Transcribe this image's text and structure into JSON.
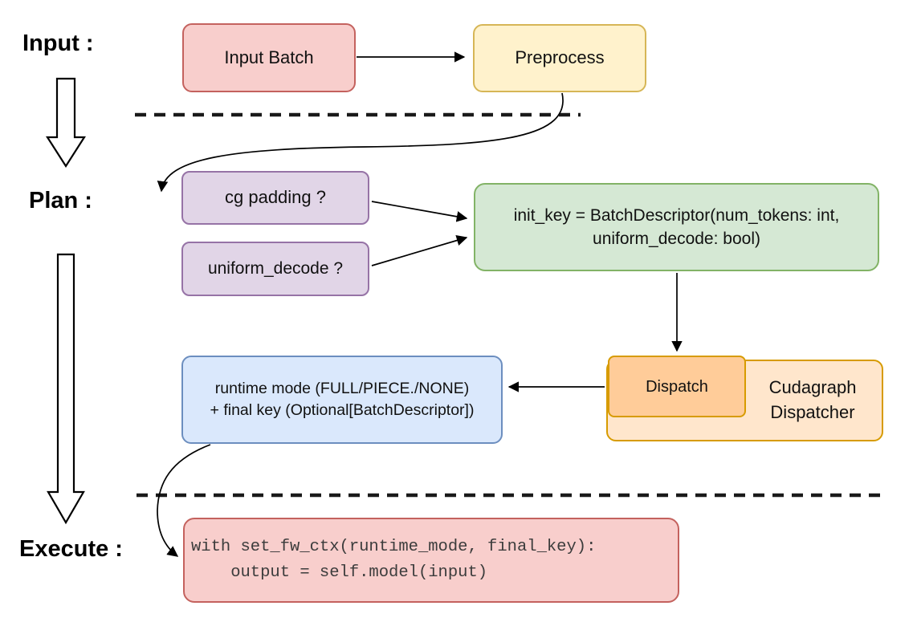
{
  "diagram": {
    "labels": {
      "input": "Input :",
      "plan": "Plan :",
      "execute": "Execute :"
    },
    "nodes": {
      "input_batch": {
        "label": "Input Batch"
      },
      "preprocess": {
        "label": "Preprocess"
      },
      "cg_padding": {
        "label": "cg padding ?"
      },
      "uniform_decode": {
        "label": "uniform_decode ?"
      },
      "init_key": {
        "line1": "init_key = BatchDescriptor(num_tokens: int,",
        "line2": "uniform_decode: bool)"
      },
      "dispatch": {
        "label": "Dispatch"
      },
      "cudagraph_dispatcher": {
        "label": "Cudagraph Dispatcher"
      },
      "runtime_mode": {
        "line1": "runtime mode (FULL/PIECE./NONE)",
        "line2": "+ final key (Optional[BatchDescriptor])"
      },
      "execute_code": {
        "line1": "with set_fw_ctx(runtime_mode, final_key):",
        "line2": "    output = self.model(input)"
      }
    },
    "edges": [
      "input_batch -> preprocess",
      "preprocess -> cg_padding (curved)",
      "cg_padding -> init_key",
      "uniform_decode -> init_key",
      "init_key -> dispatch",
      "dispatch -> runtime_mode",
      "runtime_mode -> execute_code (curved)",
      "input-phase -> plan-phase (hollow arrow)",
      "plan-phase -> execute-phase (hollow arrow)"
    ],
    "colors": {
      "red_fill": "#f8cecc",
      "red_stroke": "#c4625e",
      "yellow_fill": "#fff2cc",
      "yellow_stroke": "#d6b656",
      "purple_fill": "#e1d5e7",
      "purple_stroke": "#9673a6",
      "green_fill": "#d5e8d4",
      "green_stroke": "#82b366",
      "orange_light_fill": "#ffe6cc",
      "orange_fill": "#ffcc99",
      "orange_stroke": "#d79b00",
      "blue_fill": "#dae8fc",
      "blue_stroke": "#6c8ebf",
      "connector": "#000000"
    }
  }
}
